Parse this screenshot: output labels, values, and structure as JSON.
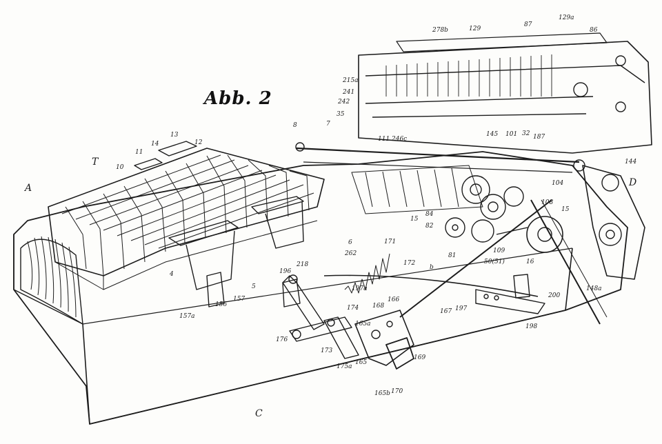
{
  "figure": {
    "title": "Abb. 2",
    "labels": {
      "A": "A",
      "T": "T",
      "C": "C",
      "D": "D",
      "l278b": "278b",
      "l129": "129",
      "l87": "87",
      "l129a": "129a",
      "l86": "86",
      "l215a": "215a",
      "l241": "241",
      "l242": "242",
      "l35": "35",
      "l8": "8",
      "l7": "7",
      "l111": "111",
      "l246c": "246c",
      "l145": "145",
      "l101": "101",
      "l32": "32",
      "l187": "187",
      "l144": "144",
      "l13": "13",
      "l14": "14",
      "l12": "12",
      "l11": "11",
      "l10": "10",
      "l104": "104",
      "l108": "108",
      "l15a": "15",
      "l15b": "15",
      "l84": "84",
      "l82": "82",
      "l6": "6",
      "l16": "16",
      "l109": "109",
      "l50": "50(51)",
      "l81": "81",
      "l262": "262",
      "l171": "171",
      "l172": "172",
      "l197a": "197a",
      "l196": "196",
      "l218": "218",
      "l5": "5",
      "l4": "4",
      "l156": "156",
      "l157": "157",
      "l157a": "157a",
      "l168": "168",
      "l166": "166",
      "l165a": "165a",
      "l174": "174",
      "l176": "176",
      "l173": "173",
      "l175a": "175a",
      "l165": "165",
      "l165b": "165b",
      "l170": "170",
      "l169": "169",
      "l167": "167",
      "l197": "197",
      "l198": "198",
      "l200": "200",
      "l148": "148a",
      "lb": "b"
    }
  }
}
